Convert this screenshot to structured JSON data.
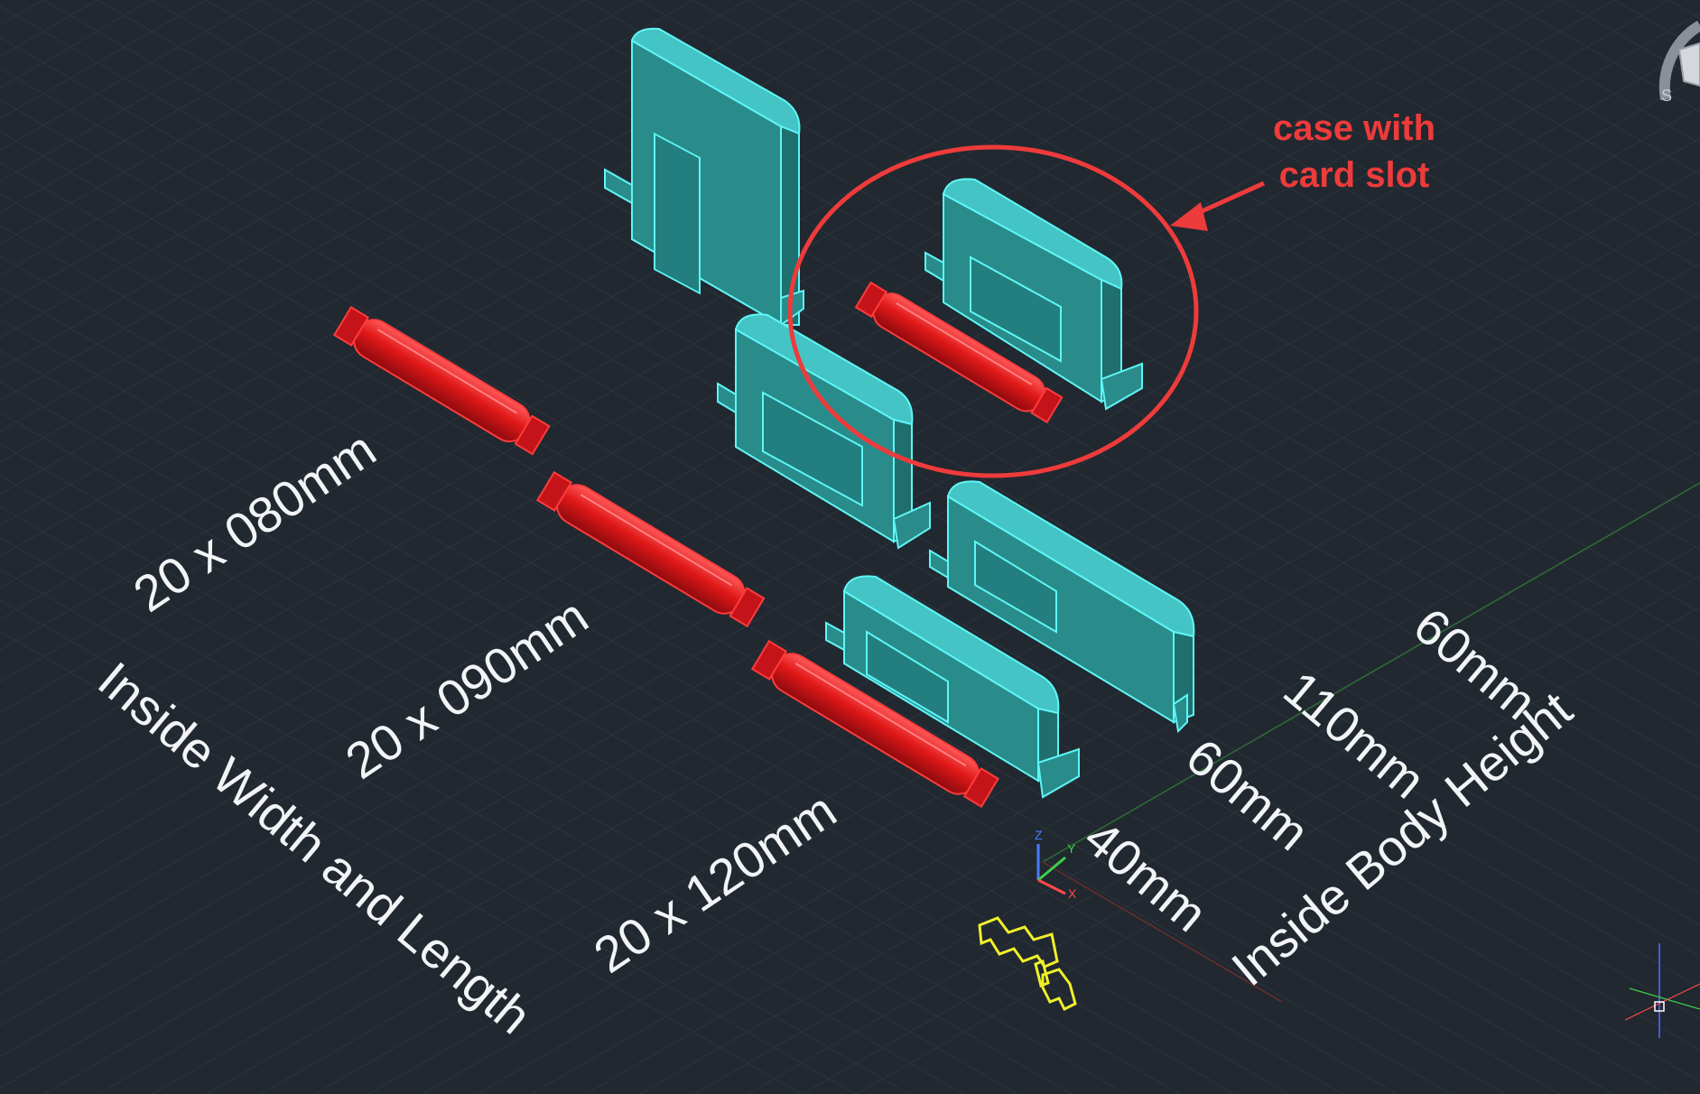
{
  "canvas": {
    "background": "#212830",
    "grid_color": "#2c343d"
  },
  "colors": {
    "case_fill": "#2a8f8f",
    "case_stroke": "#5ef6f6",
    "case_highlight": "#7ffcfc",
    "tube_fill": "#d8141b",
    "tube_stroke": "#ff3b3b",
    "tube_highlight": "#ff7a7a",
    "clip_color": "#f0f02a",
    "annotation": "#ee3b3b",
    "label": "#f2f4f6"
  },
  "labels": {
    "size_80": "20 x 080mm",
    "size_90": "20 x 090mm",
    "size_120": "20 x 120mm",
    "width_length_caption": "Inside Width and Length",
    "h40": "40mm",
    "h60a": "60mm",
    "h110": "110mm",
    "h60b": "60mm",
    "body_height_caption": "Inside Body Height"
  },
  "annotation": {
    "line1": "case with",
    "line2": "card slot"
  },
  "ucs_icon": {
    "x_label": "X",
    "y_label": "Y",
    "z_label": "Z"
  },
  "viewcube": {
    "compass_letter": "S"
  }
}
